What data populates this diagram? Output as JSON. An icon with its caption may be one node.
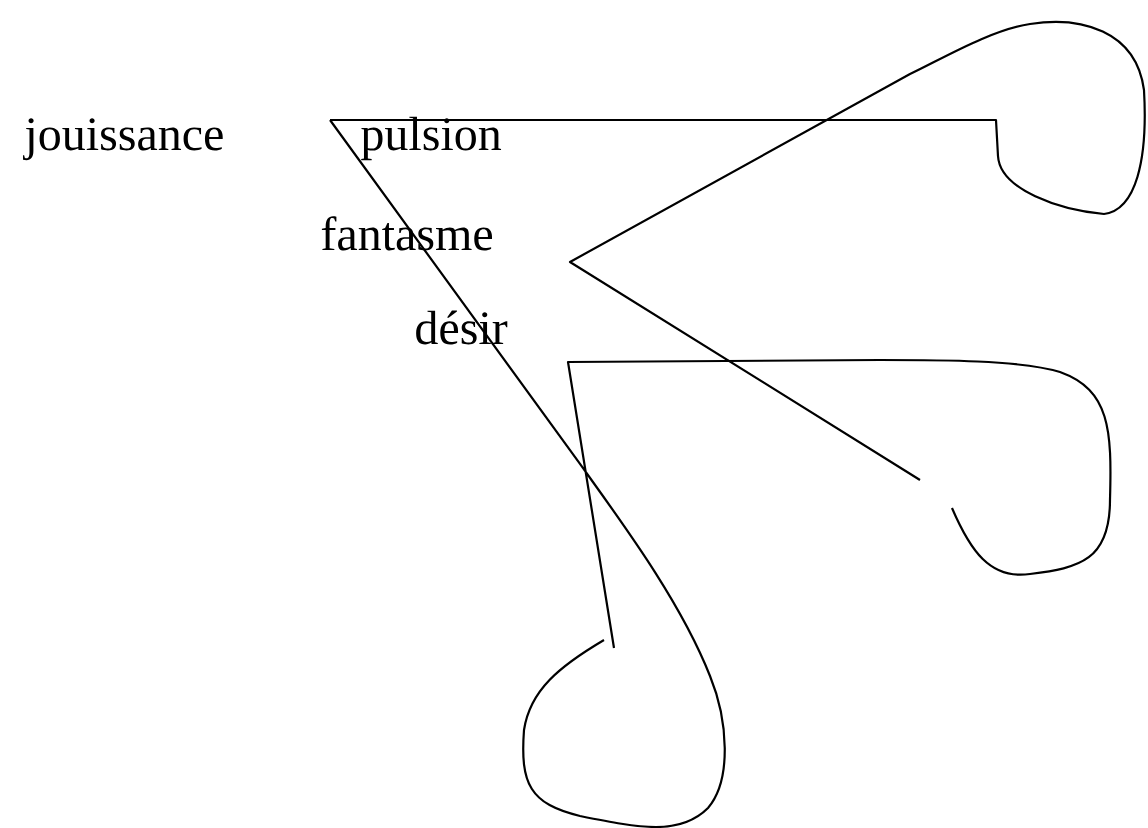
{
  "diagram": {
    "labels": [
      "jouissance",
      "pulsion",
      "fantasme",
      "désir"
    ]
  }
}
